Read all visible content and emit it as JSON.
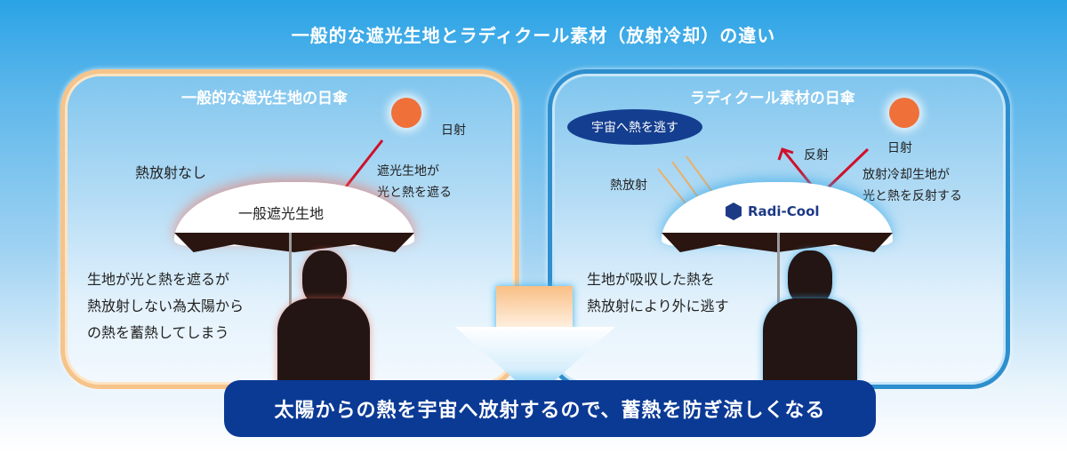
{
  "title": "一般的な遮光生地とラディクール素材（放射冷却）の違い",
  "left_panel": {
    "title": "一般的な遮光生地の日傘",
    "sun_label": "日射",
    "no_radiation": "熱放射なし",
    "blocks_line1": "遮光生地が",
    "blocks_line2": "光と熱を遮る",
    "umbrella_label": "一般遮光生地",
    "desc_line1": "生地が光と熱を遮るが",
    "desc_line2": "熱放射しない為太陽から",
    "desc_line3": "の熱を蓄熱してしまう",
    "border_color": "#f6c48a"
  },
  "right_panel": {
    "title": "ラディクール素材の日傘",
    "bubble": "宇宙へ熱を逃す",
    "sun_label": "日射",
    "reflect": "反射",
    "radiation": "熱放射",
    "reflects_line1": "放射冷却生地が",
    "reflects_line2": "光と熱を反射する",
    "logo": "Radi-Cool",
    "desc_line1": "生地が吸収した熱を",
    "desc_line2": "熱放射により外に逃す",
    "border_color": "#2e8fcf"
  },
  "banner": "太陽からの熱を宇宙へ放射するので、蓄熱を防ぎ涼しくなる",
  "colors": {
    "banner": "#0b3a95",
    "sun": "#f0703a",
    "ray_line": "#d0102a"
  }
}
